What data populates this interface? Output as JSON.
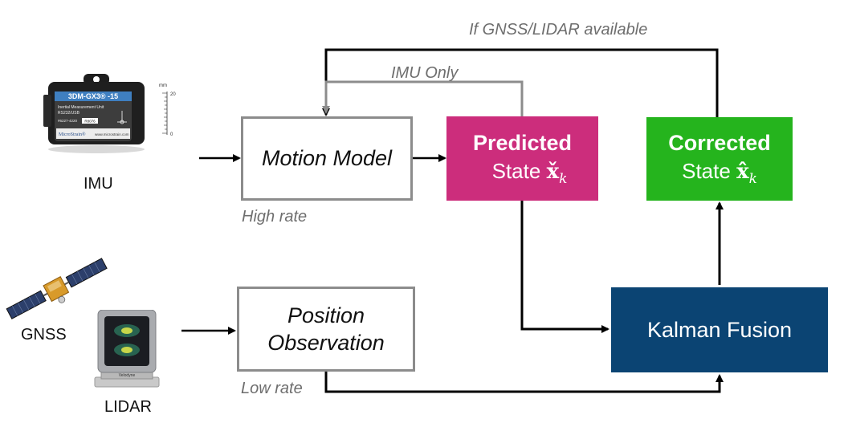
{
  "labels": {
    "top_path": "If GNSS/LIDAR available",
    "imu_path": "IMU Only",
    "high_rate": "High rate",
    "low_rate": "Low rate"
  },
  "devices": {
    "imu": "IMU",
    "gnss": "GNSS",
    "lidar": "LIDAR",
    "imu_device": {
      "model": "3DM-GX3® -15",
      "line1": "Inertial Measurement Unit",
      "line2": "RS232/USB",
      "part": "#6227-4220",
      "serial": "R8076",
      "brand": "MicroStrain®",
      "site": "www.microstrain.com"
    },
    "ruler": {
      "unit": "mm",
      "top": "20",
      "bottom": "0"
    },
    "lidar_brand": "Velodyne"
  },
  "boxes": {
    "motion_model": "Motion Model",
    "position_observation_line1": "Position",
    "position_observation_line2": "Observation",
    "predicted_title": "Predicted",
    "predicted_state": "State",
    "predicted_symbol": "x̌",
    "corrected_title": "Corrected",
    "corrected_state": "State",
    "corrected_symbol": "x̂",
    "state_subscript": "k",
    "kalman": "Kalman Fusion"
  },
  "colors": {
    "predicted": "#cc2d7c",
    "corrected": "#25b41d",
    "kalman": "#0b4473",
    "gray_line": "#8c8c8c"
  },
  "icons": [
    "imu-device-icon",
    "ruler-icon",
    "satellite-icon",
    "lidar-sensor-icon"
  ]
}
